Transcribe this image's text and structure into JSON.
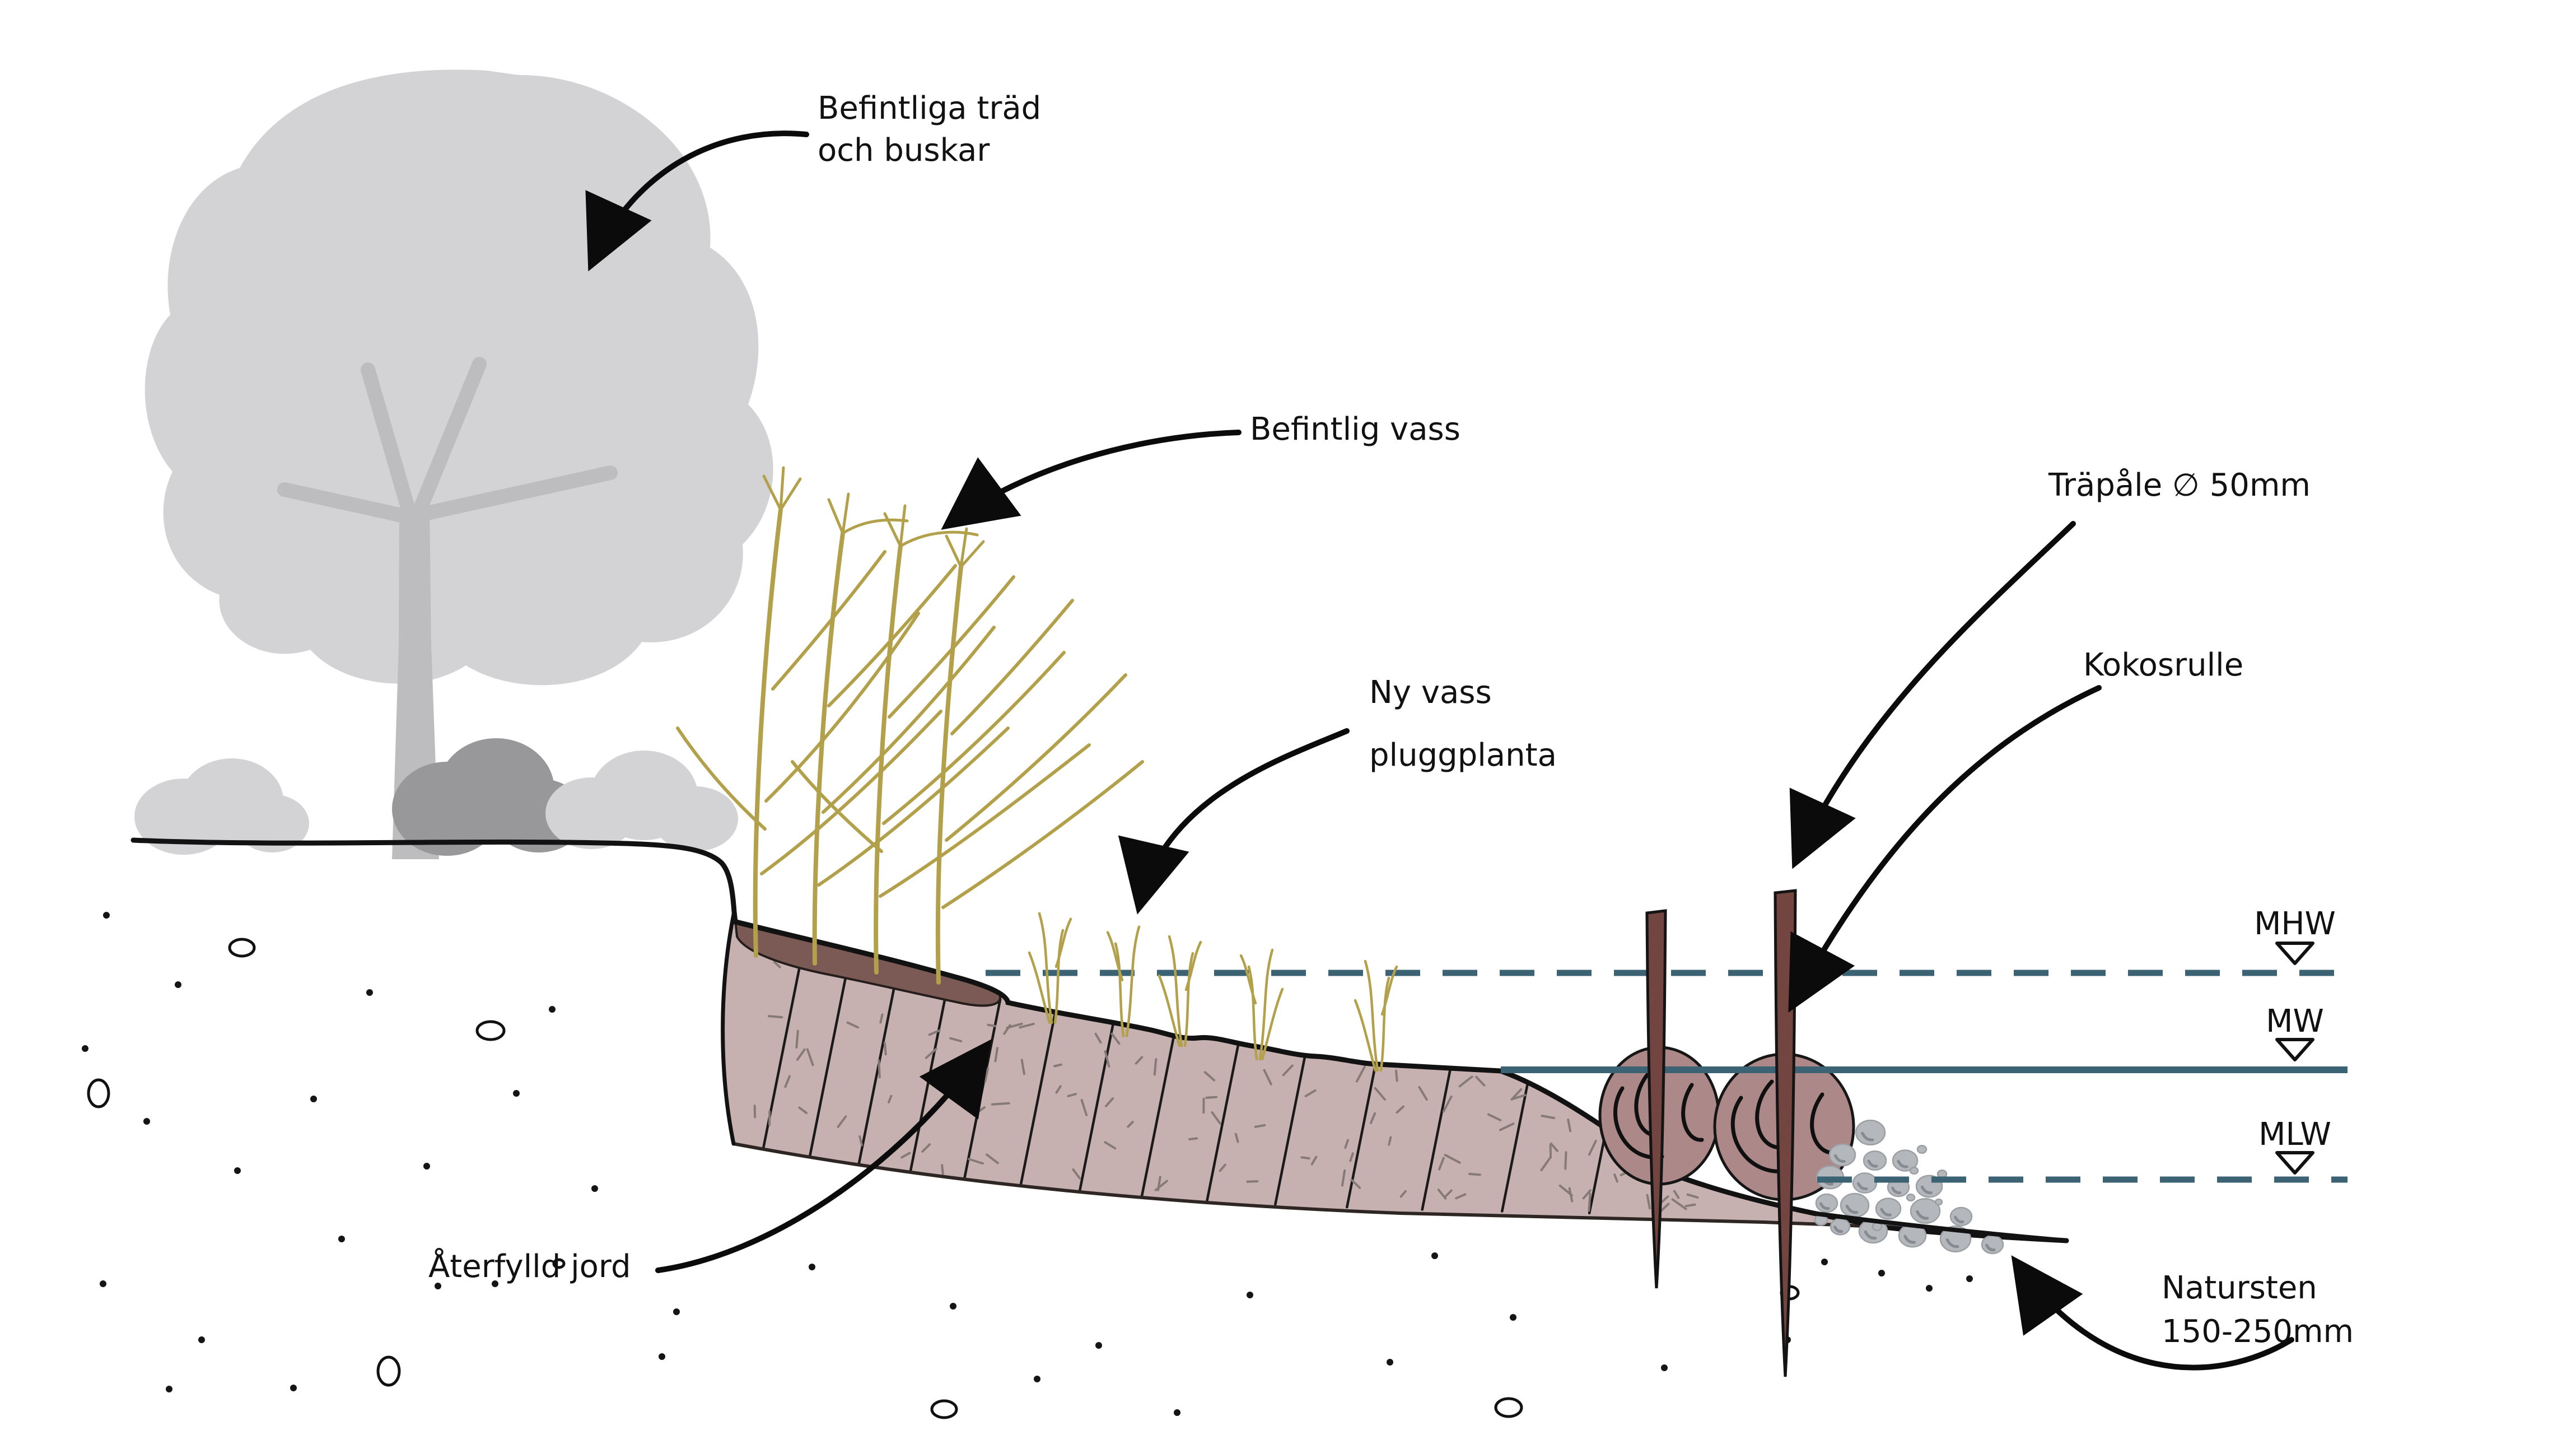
{
  "diagram": {
    "labels": {
      "existing_trees": {
        "line1": "Befintliga träd",
        "line2": "och buskar"
      },
      "existing_reeds": "Befintlig vass",
      "new_reeds": {
        "line1": "Ny vass",
        "line2": "pluggplanta"
      },
      "wooden_pile": "Träpåle  ∅ 50mm",
      "coir_roll": "Kokosrulle",
      "backfilled_soil": "Återfylld jord",
      "natural_stone": {
        "line1": "Natursten",
        "line2": "150-250mm"
      }
    },
    "water_levels": {
      "mean_high_water": "MHW",
      "mean_water": "MW",
      "mean_low_water": "MLW"
    },
    "colors": {
      "water_line": "#3c6374",
      "tree_canopy": "#d3d3d5",
      "tree_trunk": "#bdbdbf",
      "bush_dark": "#98989b",
      "reed": "#b2a04a",
      "topsoil": "#7b5a55",
      "backfill_band": "#c6b0b0",
      "backfill_speckle": "#867a76",
      "coir_roll": "#ad8888",
      "wooden_pile": "#724540",
      "stone": "#b4b7bc",
      "stone_shade": "#868b91",
      "ink": "#111111"
    }
  }
}
